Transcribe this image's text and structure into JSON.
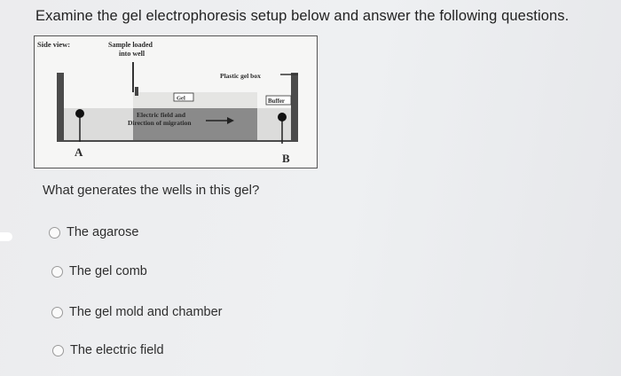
{
  "header": {
    "instruction": "Examine the gel electrophoresis setup below and answer the following questions."
  },
  "figure": {
    "side_view_label": "Side view:",
    "sample_label_line1": "Sample loaded",
    "sample_label_line2": "into well",
    "plastic_box_label": "Plastic gel box",
    "gel_label": "Gel",
    "buffer_label": "Buffer",
    "field_label_line1": "Electric field and",
    "field_label_line2": "Direction of migration",
    "electrode_a_label": "A",
    "electrode_b_label": "B"
  },
  "question": {
    "prompt": "What generates the wells in this gel?",
    "options": [
      {
        "label": "The agarose"
      },
      {
        "label": "The gel comb"
      },
      {
        "label": "The gel mold and chamber"
      },
      {
        "label": "The electric field"
      }
    ]
  }
}
